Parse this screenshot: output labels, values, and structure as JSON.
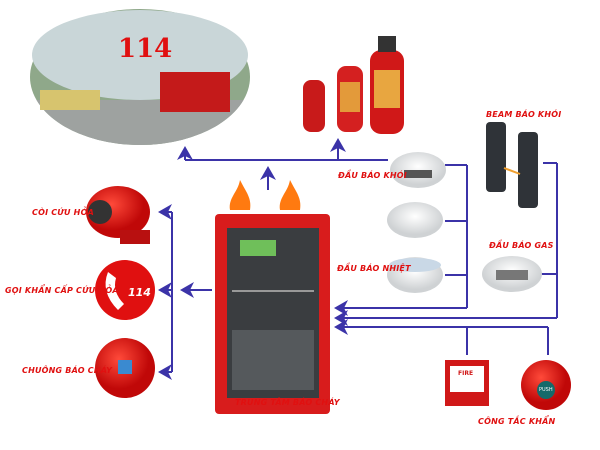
{
  "photo": {
    "number": "114"
  },
  "labels": {
    "siren": "CÒI CỨU HỎA",
    "emergency_call": "GỌI KHẨN CẤP CỨU HỎA",
    "bell": "CHUÔNG BÁO CHÁY",
    "control_panel": "TRUNG TÂM BÁO CHÁY",
    "smoke_detector": "ĐẦU BÁO KHÓI",
    "heat_detector": "ĐẦU BÁO NHIỆT",
    "beam_detector": "BEAM BÁO KHÓI",
    "gas_detector": "ĐẦU BÁO GAS",
    "manual_switch": "CÔNG TẮC KHẨN"
  },
  "icons": {
    "phone_number": "114",
    "call_point_text": "FIRE",
    "button_text": "PUSH"
  },
  "colors": {
    "line": "#3b33a8",
    "red": "#e01010"
  }
}
